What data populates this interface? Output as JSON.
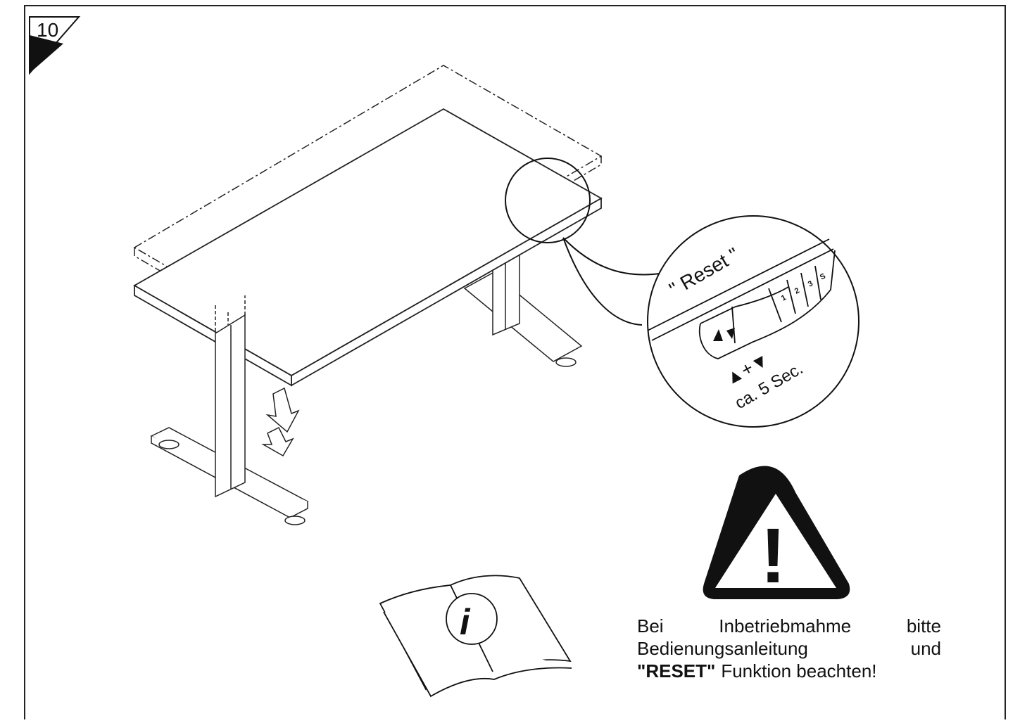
{
  "step": {
    "number": "10"
  },
  "zoom_detail": {
    "reset_label": "\" Reset \"",
    "preset_buttons": [
      "1",
      "2",
      "3",
      "S"
    ],
    "up_symbol": "▲",
    "down_symbol": "▼",
    "combo_text": "▲+▼",
    "duration_text": "ca. 5 Sec."
  },
  "manual_icon": {
    "letter": "i"
  },
  "warning": {
    "symbol": "!",
    "line1": [
      "Bei",
      "Inbetriebmahme",
      "bitte"
    ],
    "line2": [
      "Bedienungsanleitung",
      "und"
    ],
    "line3_bold": "\"RESET\"",
    "line3_rest": "Funktion beachten!"
  }
}
